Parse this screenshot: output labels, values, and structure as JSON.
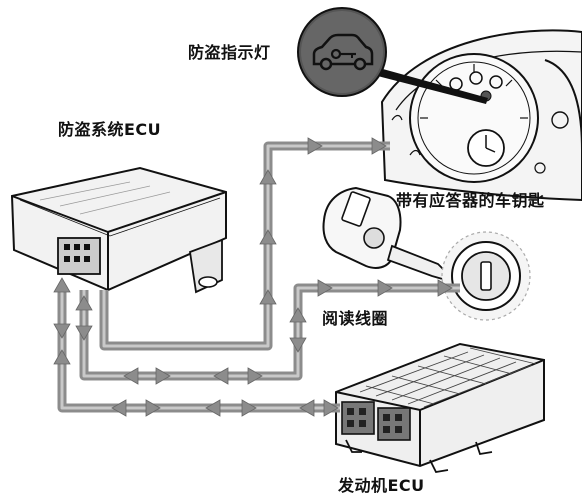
{
  "labels": {
    "indicator_lamp": "防盗指示灯",
    "immobilizer_ecu": "防盗系统ECU",
    "transponder_key": "带有应答器的车钥匙",
    "read_coil": "阅读线圈",
    "engine_ecu": "发动机ECU"
  },
  "colors": {
    "line": "#111111",
    "wire_dark": "#8c8c8c",
    "wire_light": "#c9c9c9",
    "lamp_disk": "#555555",
    "panel": "#f4f4f4"
  },
  "icons": {
    "lamp": "car-padlock-icon",
    "key": "transponder-key-icon",
    "coil": "ignition-coil-icon"
  }
}
